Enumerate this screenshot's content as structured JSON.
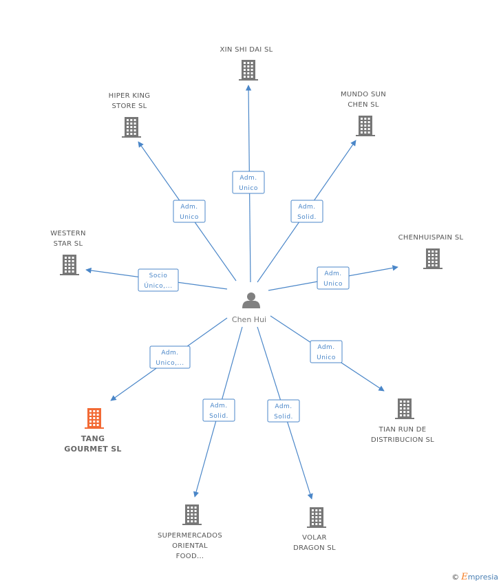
{
  "center": {
    "label": "Chen Hui",
    "icon": "person-icon"
  },
  "companies": [
    {
      "id": "xin-shi-dai",
      "lines": [
        "XIN SHI DAI SL"
      ],
      "highlight": false,
      "relation": [
        "Adm.",
        "Unico"
      ]
    },
    {
      "id": "hiper-king",
      "lines": [
        "HIPER KING",
        "STORE SL"
      ],
      "highlight": false,
      "relation": [
        "Adm.",
        "Unico"
      ]
    },
    {
      "id": "mundo-sun",
      "lines": [
        "MUNDO SUN",
        "CHEN SL"
      ],
      "highlight": false,
      "relation": [
        "Adm.",
        "Solid."
      ]
    },
    {
      "id": "western-star",
      "lines": [
        "WESTERN",
        "STAR SL"
      ],
      "highlight": false,
      "relation": [
        "Socio",
        "Único,..."
      ]
    },
    {
      "id": "chenhuispain",
      "lines": [
        "CHENHUISPAIN SL"
      ],
      "highlight": false,
      "relation": [
        "Adm.",
        "Unico"
      ]
    },
    {
      "id": "tang-gourmet",
      "lines": [
        "TANG",
        "GOURMET SL"
      ],
      "highlight": true,
      "relation": [
        "Adm.",
        "Unico,..."
      ]
    },
    {
      "id": "tian-run",
      "lines": [
        "TIAN RUN DE",
        "DISTRIBUCION SL"
      ],
      "highlight": false,
      "relation": [
        "Adm.",
        "Unico"
      ]
    },
    {
      "id": "supermercados",
      "lines": [
        "SUPERMERCADOS",
        "ORIENTAL",
        "FOOD..."
      ],
      "highlight": false,
      "relation": [
        "Adm.",
        "Solid."
      ]
    },
    {
      "id": "volar-dragon",
      "lines": [
        "VOLAR",
        "DRAGON SL"
      ],
      "highlight": false,
      "relation": [
        "Adm.",
        "Solid."
      ]
    }
  ],
  "colors": {
    "edge": "#4a86c8",
    "building": "#777777",
    "highlight": "#f26a35"
  },
  "footer": {
    "copyright": "©",
    "brand_e": "E",
    "brand_rest": "mpresia"
  }
}
